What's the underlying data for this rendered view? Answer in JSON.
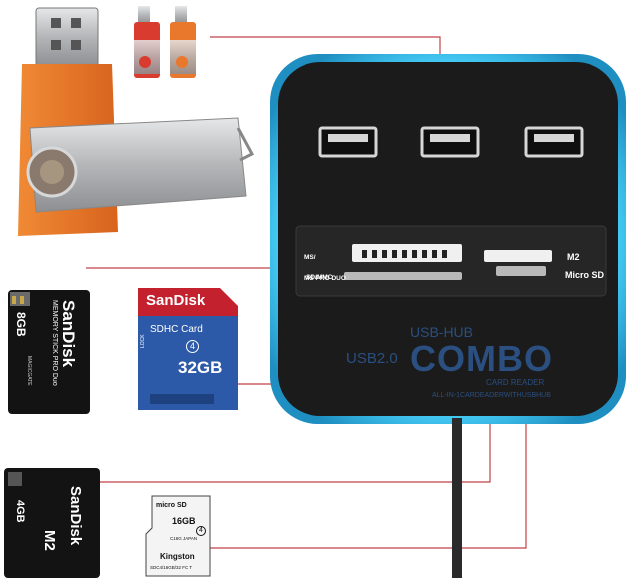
{
  "hub": {
    "slot_ms_label": "MS/\nMS PRO DUO",
    "slot_ms_line1": "MS/",
    "slot_ms_line2": "MS PRO DUO",
    "slot_sd_label": "SD/MMC",
    "slot_m2_label": "M2",
    "slot_microsd_label": "Micro SD",
    "brand_top": "USB-HUB",
    "brand_main": "COMBO",
    "usb_label": "USB2.0",
    "card_reader": "CARD READER",
    "tagline": "ALL-IN-1CARDEADERWITHUSBHUB"
  },
  "cards": {
    "ms_pro_duo": {
      "capacity": "8GB",
      "brand": "SanDisk",
      "line": "MEMORY STICK PRO Duo",
      "extra": "MAGICGATE"
    },
    "sdhc": {
      "brand": "SanDisk",
      "type": "SDHC Card",
      "capacity": "32GB",
      "class": "4",
      "lock": "LOCK"
    },
    "m2": {
      "capacity": "4GB",
      "brand": "SanDisk",
      "type": "M2"
    },
    "microsd": {
      "logo": "micro SD",
      "capacity": "16GB",
      "class": "4",
      "brand": "Kingston",
      "code": "C16G JAPAN",
      "bottom": "SDC4/16GB/32 FC T"
    }
  },
  "colors": {
    "hub_body": "#1b1b1b",
    "hub_rim": "#2eb7e8",
    "leader_line": "#c2424a",
    "usb_orange": "#e9772c",
    "usb_red": "#d93c2f",
    "metal": "#a9abad",
    "brand_text": "#2a4f80",
    "sandisk_red": "#c4212f",
    "sdhc_blue": "#2c5aa8"
  },
  "icons": {
    "usb_port": "usb-a-port-icon",
    "arrow": "arrowhead-icon"
  }
}
